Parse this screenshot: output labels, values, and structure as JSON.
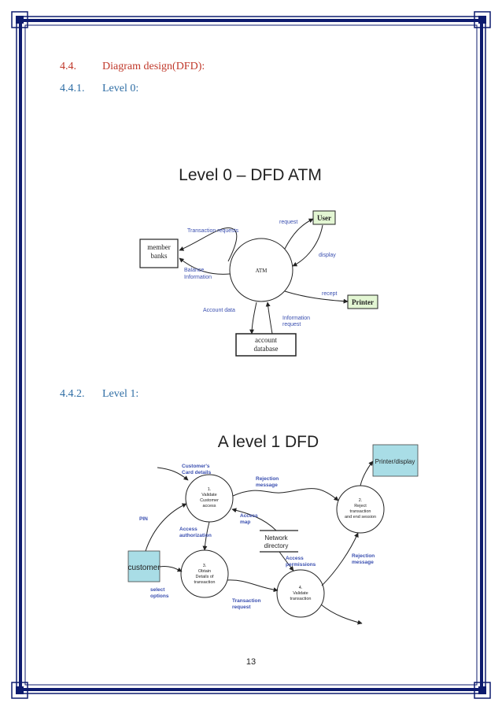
{
  "headings": {
    "main": {
      "number": "4.4.",
      "title": "Diagram design(DFD):"
    },
    "level0": {
      "number": "4.4.1.",
      "title": "Level 0:"
    },
    "level1": {
      "number": "4.4.2.",
      "title": "Level 1:"
    }
  },
  "dfd0": {
    "title": "Level 0 – DFD  ATM",
    "center": "ATM",
    "entities": {
      "user": "User",
      "member_line1": "member",
      "member_line2": "banks",
      "printer": "Printer",
      "account_line1": "account",
      "account_line2": "database"
    },
    "flows": {
      "transaction_requests": "Transaction requests",
      "request": "request",
      "display": "display",
      "balance_line1": "Balance",
      "balance_line2": "Information",
      "recept": "recept",
      "account_data": "Account data",
      "info_line1": "Information",
      "info_line2": "request"
    }
  },
  "dfd1": {
    "title": "A level 1 DFD",
    "entities": {
      "printer_display": "Printer/display",
      "customer": "customer",
      "network_line1": "Network",
      "network_line2": "directory"
    },
    "processes": {
      "p1": [
        "1.",
        "Validate",
        "Customer",
        "access"
      ],
      "p2": [
        "2.",
        "Reject",
        "transaction",
        "and end session"
      ],
      "p3": [
        "3.",
        "Obtain",
        "Details of",
        "transaction"
      ],
      "p4": [
        "4.",
        "Validate",
        "transaction"
      ]
    },
    "flows": {
      "card_line1": "Customer's",
      "card_line2": "Card details",
      "rejection1_line1": "Rejection",
      "rejection1_line2": "message",
      "pin": "PIN",
      "access_map_line1": "Access",
      "access_map_line2": "map",
      "access_auth_line1": "Access",
      "access_auth_line2": "authorization",
      "access_perm_line1": "Access",
      "access_perm_line2": "permissions",
      "rejection2_line1": "Rejection",
      "rejection2_line2": "message",
      "select_line1": "select",
      "select_line2": "options",
      "treq_line1": "Transaction",
      "treq_line2": "request"
    }
  },
  "page_number": "13",
  "colors": {
    "border": "#0d1b6e",
    "heading_red": "#c0392b",
    "heading_blue": "#2e6da4",
    "flow_label": "#3a4fb0",
    "entity_green": "#e3f6d3",
    "entity_cyan": "#a9dde6"
  }
}
